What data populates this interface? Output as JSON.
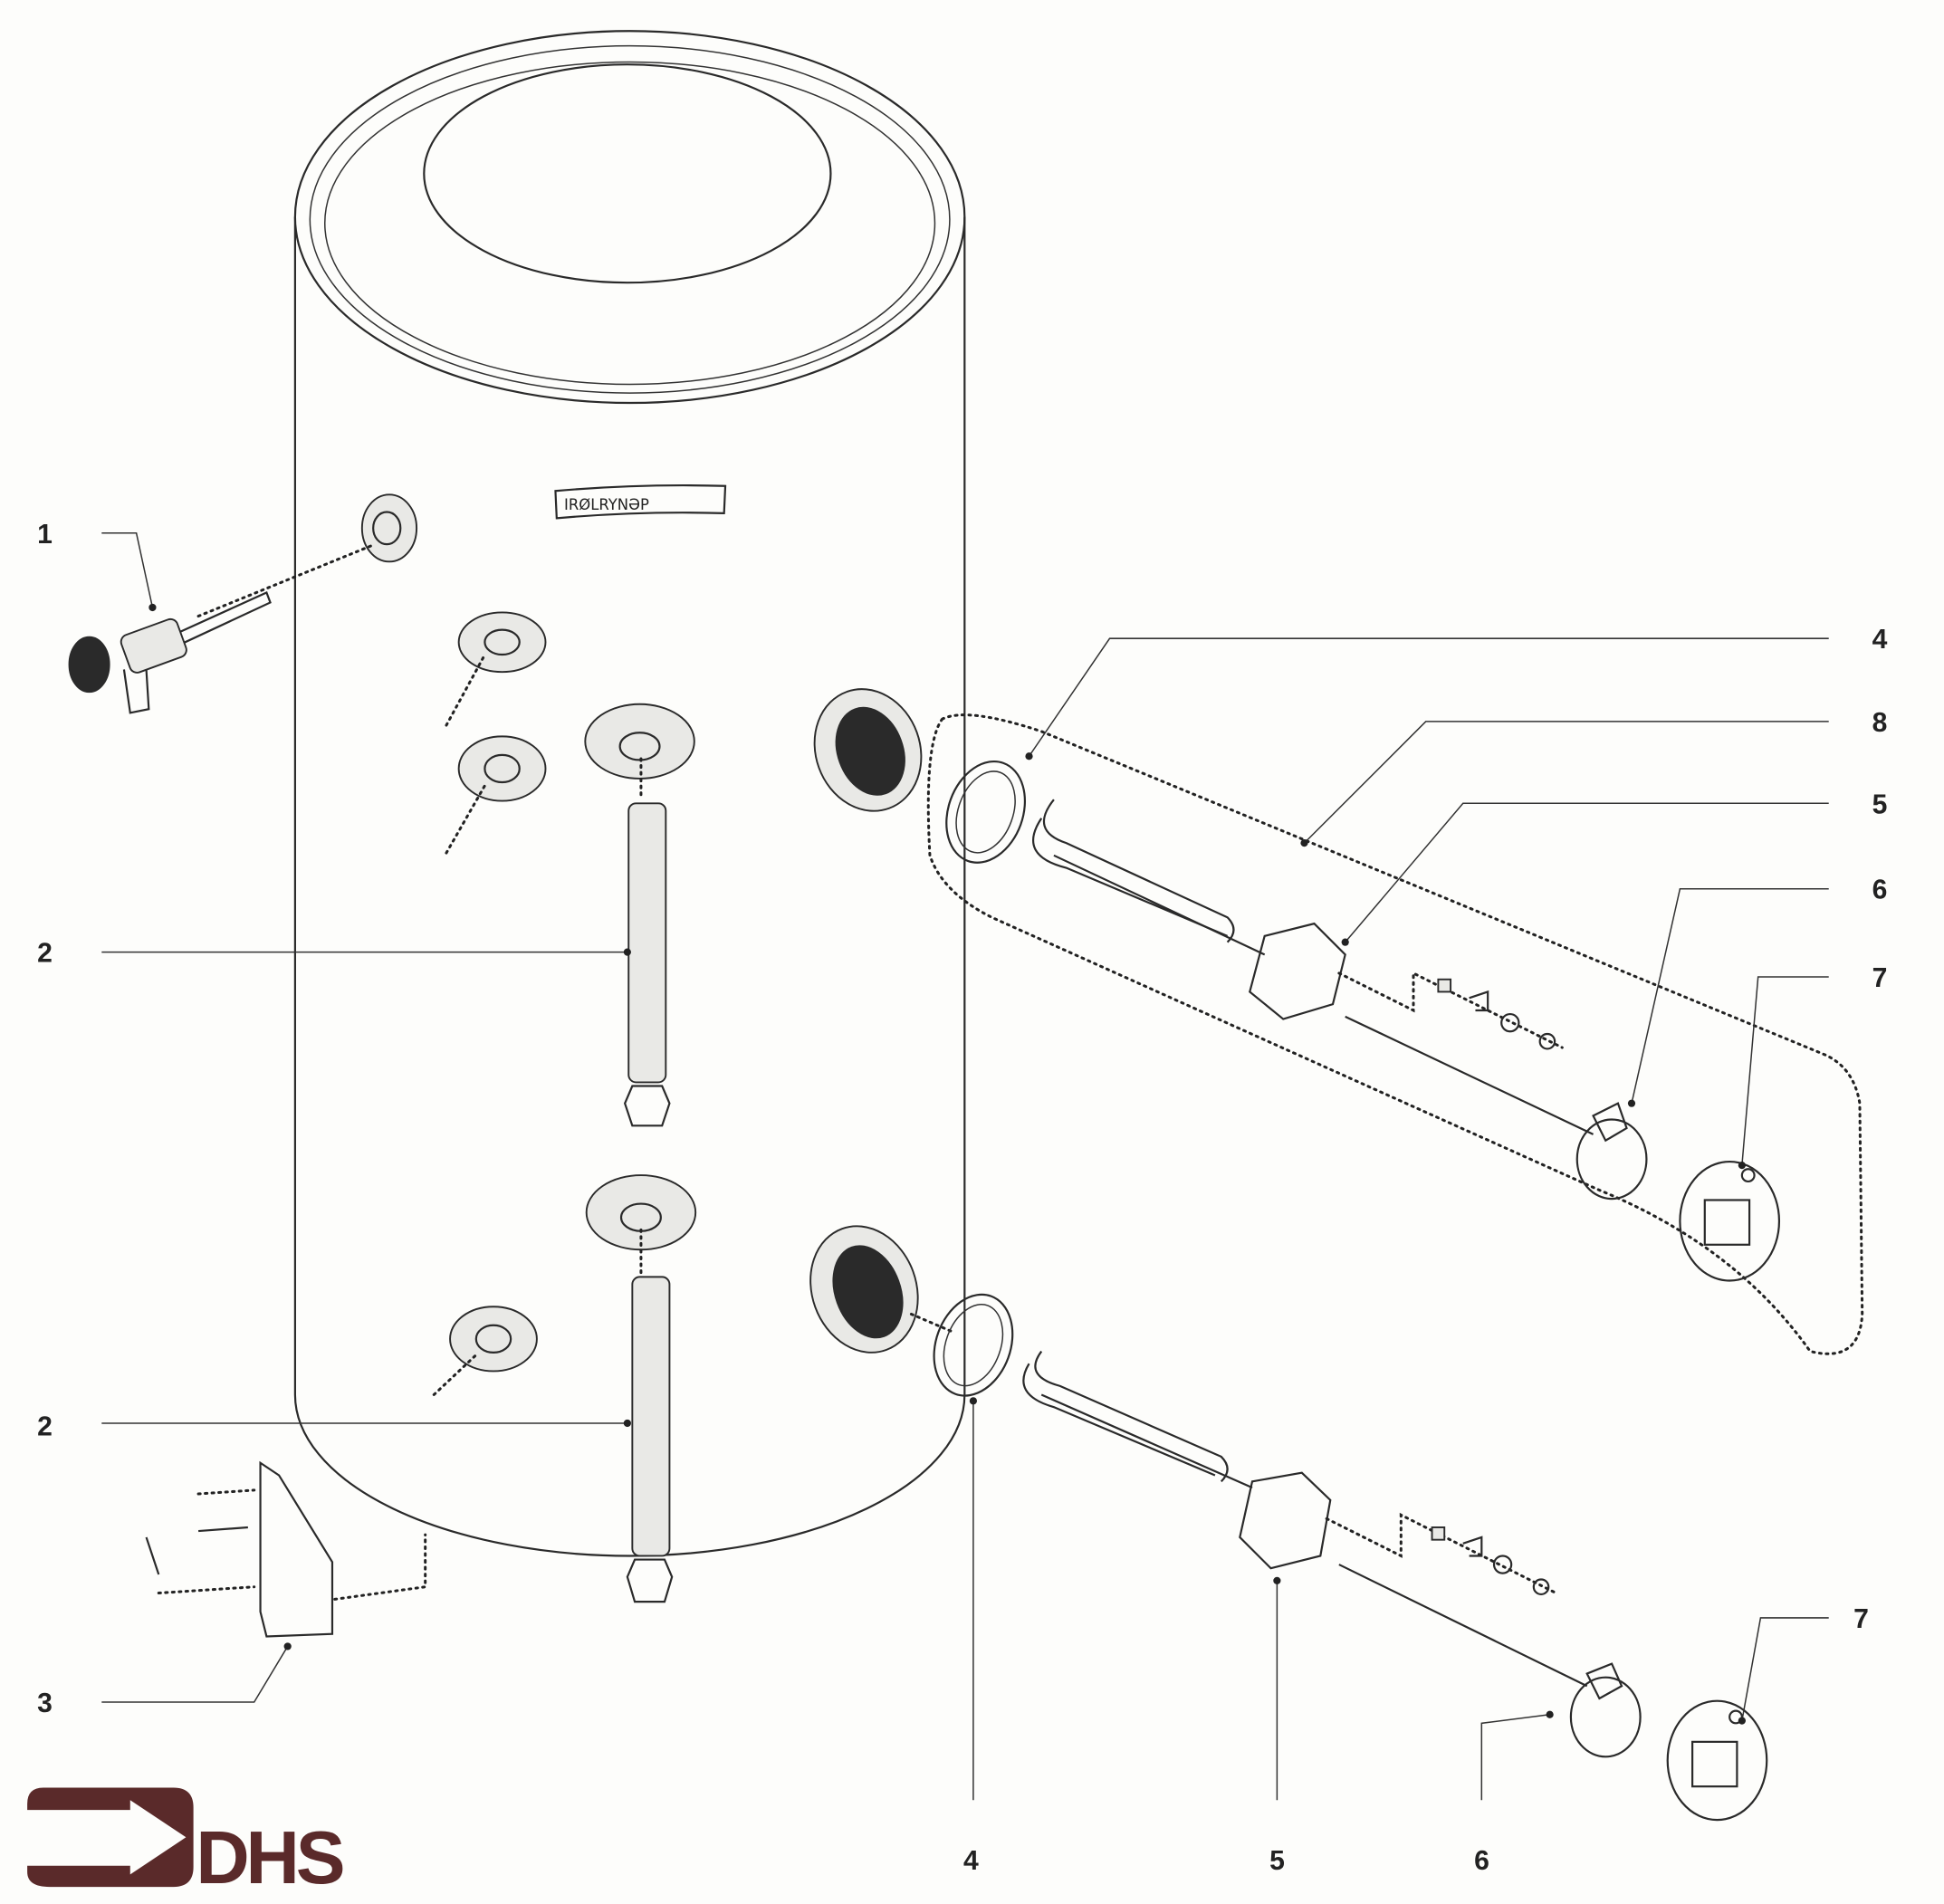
{
  "diagram": {
    "title": "Cylinder exploded parts diagram",
    "labels": {
      "l1": "1",
      "l2a": "2",
      "l2b": "2",
      "l3": "3",
      "l4top": "4",
      "l8": "8",
      "l5top": "5",
      "l6top": "6",
      "l7top": "7",
      "l7bot": "7",
      "l4bot": "4",
      "l5bot": "5",
      "l6bot": "6"
    },
    "logo": {
      "text": "DHS",
      "color": "#5a2a2a"
    },
    "tank_badge": {
      "text": "IRØLRYNƏP"
    }
  }
}
